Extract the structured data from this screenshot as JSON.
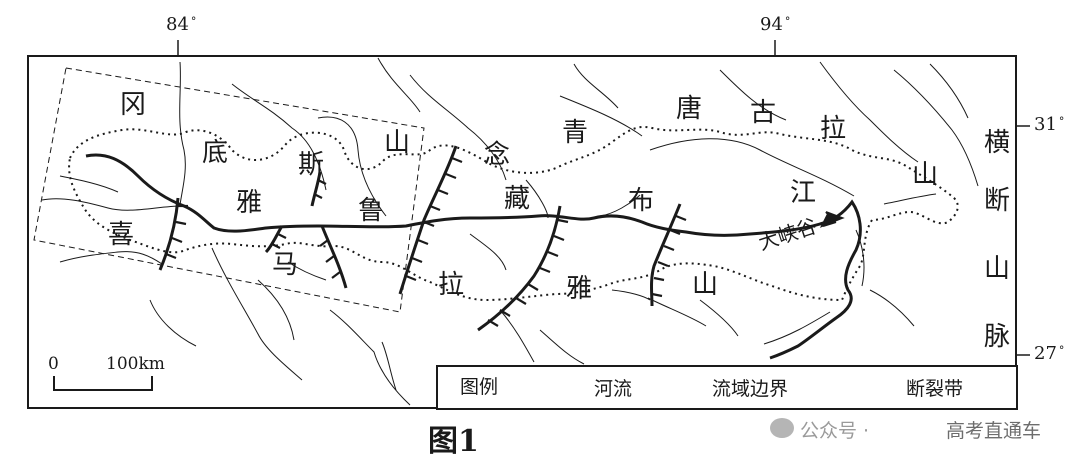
{
  "longitudes": [
    {
      "value": "84",
      "unit": "°"
    },
    {
      "value": "94",
      "unit": "°"
    }
  ],
  "latitudes": [
    {
      "value": "31",
      "unit": "°"
    },
    {
      "value": "27",
      "unit": "°"
    }
  ],
  "place_chars": {
    "gangdise": [
      "冈",
      "底",
      "斯",
      "山"
    ],
    "himalaya": [
      "喜",
      "马",
      "拉",
      "雅",
      "山"
    ],
    "himalaya_ya": "雅",
    "nyenchen": [
      "念",
      "青",
      "唐",
      "古",
      "拉",
      "山"
    ],
    "river": [
      "雅",
      "鲁",
      "藏",
      "布",
      "江"
    ],
    "canyon": "大峡谷",
    "hengduan": [
      "横",
      "断",
      "山",
      "脉"
    ]
  },
  "scale": {
    "zero": "0",
    "distance": "100km"
  },
  "legend": {
    "title": "图例",
    "river": "河流",
    "basin": "流域边界",
    "fault": "断裂带"
  },
  "caption": "图1",
  "watermark": {
    "left": "公众号 · ",
    "right": "高考直通车"
  }
}
